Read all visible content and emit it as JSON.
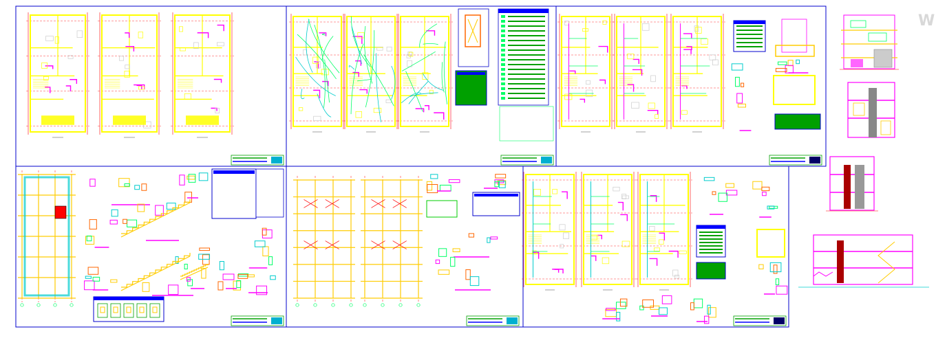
{
  "watermark": "W",
  "colors": {
    "sheet_frame": "#0000cc",
    "wall": "#ff00ff",
    "axis": "#ff0000",
    "furniture": "#ffff00",
    "electric": "#00ff66",
    "plumbing": "#00cccc",
    "annotation": "#0000ff",
    "title_block": "#00a000"
  },
  "sheets": [
    {
      "id": "architecture-plans",
      "content": "floor-plans"
    },
    {
      "id": "electrical-plans",
      "content": "electrical-wiring"
    },
    {
      "id": "sanitary-plans",
      "content": "plumbing-plans"
    },
    {
      "id": "structural-details",
      "content": "structure-details"
    },
    {
      "id": "foundation-plans",
      "content": "foundation-grid"
    },
    {
      "id": "water-plans",
      "content": "water-plans"
    }
  ],
  "elevations": [
    {
      "id": "front-elevation"
    },
    {
      "id": "section-a"
    },
    {
      "id": "section-b"
    },
    {
      "id": "longitudinal-section"
    }
  ]
}
